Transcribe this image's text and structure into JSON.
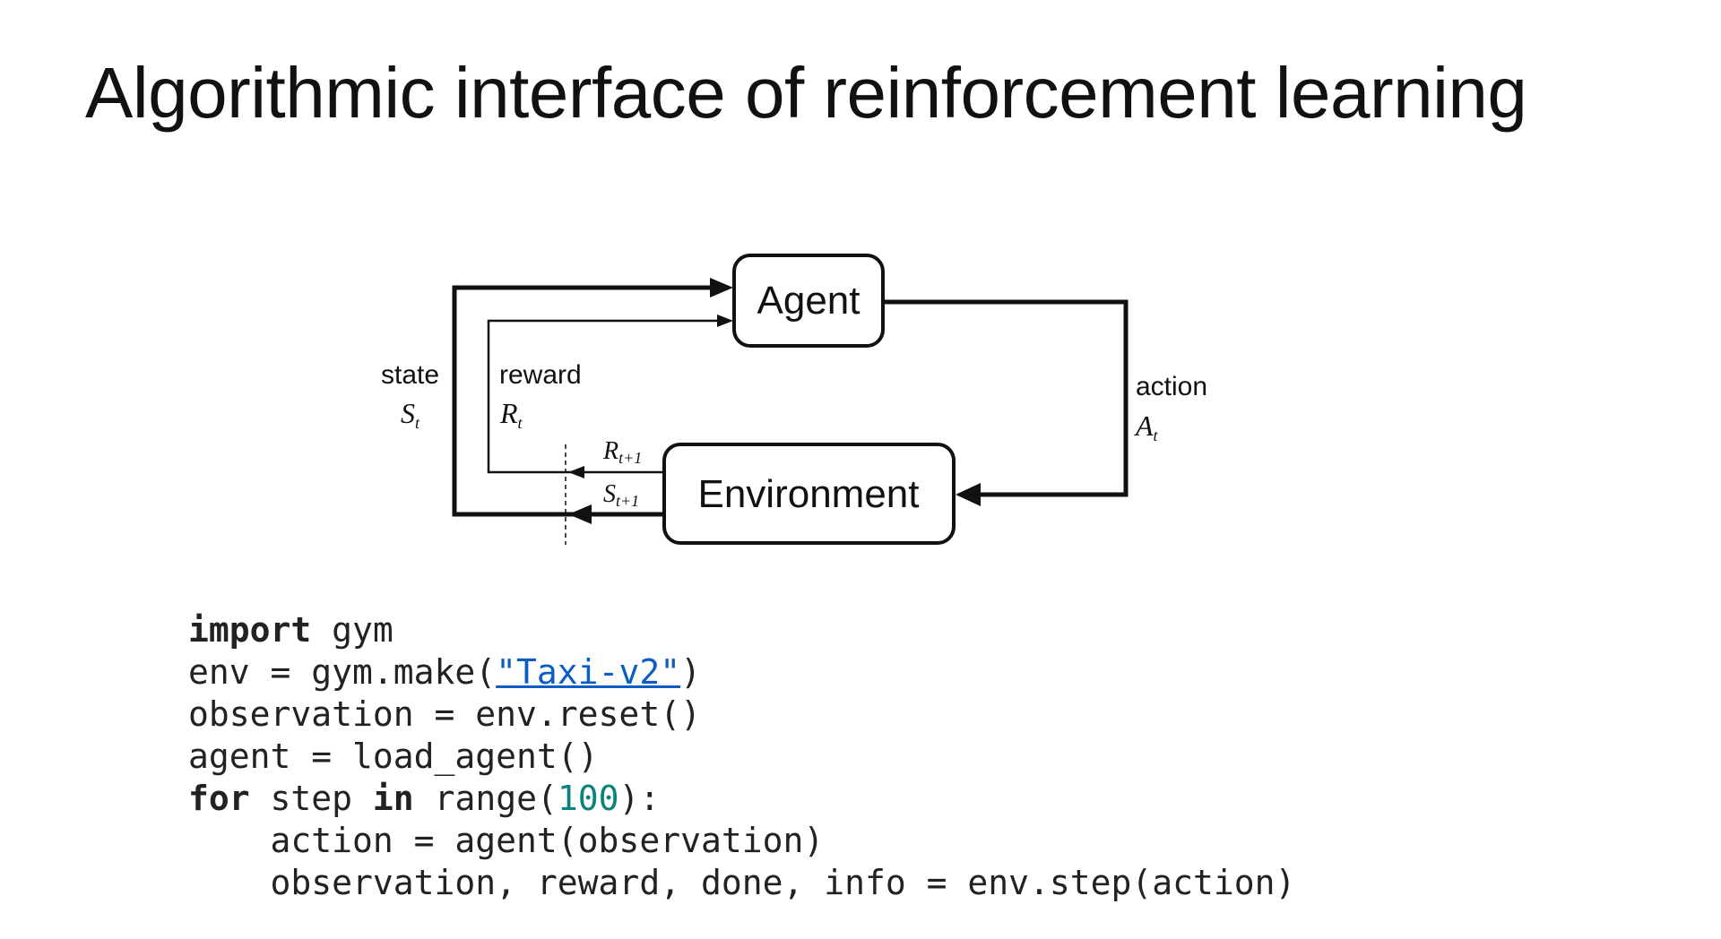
{
  "title": "Algorithmic interface of reinforcement learning",
  "diagram": {
    "agent": "Agent",
    "environment": "Environment",
    "state_label": "state",
    "state_symbol": "S",
    "state_sub": "t",
    "reward_label": "reward",
    "reward_symbol": "R",
    "reward_sub": "t",
    "action_label": "action",
    "action_symbol": "A",
    "action_sub": "t",
    "next_reward_symbol": "R",
    "next_reward_sub": "t+1",
    "next_state_symbol": "S",
    "next_state_sub": "t+1"
  },
  "code": {
    "l1_kw": "import",
    "l1_rest": " gym",
    "l2_a": "env = gym.make(",
    "l2_str": "\"Taxi-v2\"",
    "l2_b": ")",
    "l3": "observation = env.reset()",
    "l4": "agent = load_agent()",
    "l5_kw1": "for",
    "l5_a": " step ",
    "l5_kw2": "in",
    "l5_b": " range(",
    "l5_num": "100",
    "l5_c": "):",
    "l6": "    action = agent(observation)",
    "l7": "    observation, reward, done, info = env.step(action)"
  },
  "colors": {
    "string": "#0b5cc4",
    "number": "#0a8478",
    "text": "#222222"
  }
}
